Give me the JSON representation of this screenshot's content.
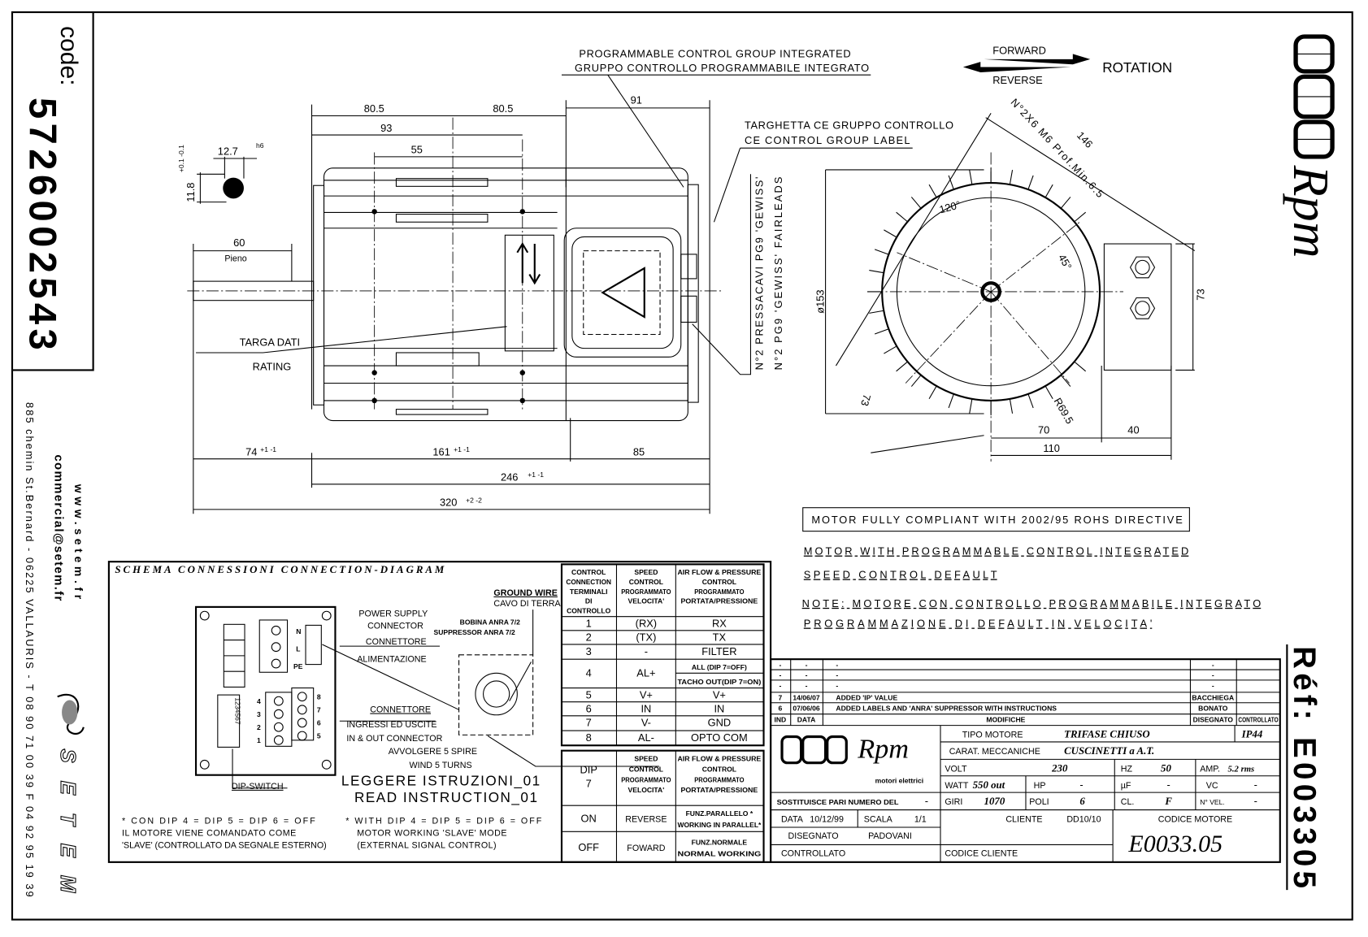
{
  "sidebar_left": {
    "code_label": "code:",
    "code_value": "5726002543",
    "website": "www.setem.fr",
    "email": "commercial@setem.fr",
    "address": "885 chemin St.Bernard - 06225 VALLAURIS - T 08 90 71 00 39  F 04 92 95 19 39",
    "brand": "SETEM"
  },
  "sidebar_right": {
    "brand": "Rpm",
    "ref": "Réf: E003305"
  },
  "side_view": {
    "callout_1_en": "PROGRAMMABLE CONTROL GROUP INTEGRATED",
    "callout_1_it": "GRUPPO CONTROLLO PROGRAMMABILE INTEGRATO",
    "callout_2_it": "TARGHETTA CE GRUPPO CONTROLLO",
    "callout_2_en": "CE CONTROL GROUP LABEL",
    "glands_it": "N°2 PRESSACAVI PG9 'GEWISS'",
    "glands_en": "N°2 PG9 'GEWISS' FAIRLEADS",
    "rating_it": "TARGA DATI",
    "rating_en": "RATING",
    "shaft_note": "Pieno",
    "dims": {
      "d80_5a": "80.5",
      "d80_5b": "80.5",
      "d91": "91",
      "d93": "93",
      "d55": "55",
      "key_w": "12.7",
      "key_w_tol": "h6",
      "key_h": "11.8",
      "key_h_tol": "+0.1 -0.1",
      "d60": "60",
      "d74": "74",
      "d161": "161",
      "d85": "85",
      "d246": "246",
      "d320": "320",
      "tol_1": "+1 -1",
      "tol_2": "+2 -2"
    }
  },
  "end_view": {
    "forward": "FORWARD",
    "reverse": "REVERSE",
    "rotation": "ROTATION",
    "holes": "N°2X6 M6 Prof.Min.6.5",
    "dims": {
      "dia": "ø153",
      "angle120": "120°",
      "angle45": "45°",
      "d146": "146",
      "d73a": "73",
      "d73b": "73",
      "r69": "R69.5",
      "d70": "70",
      "d40": "40",
      "d110": "110"
    }
  },
  "notes": {
    "rohs": "MOTOR FULLY COMPLIANT WITH 2002/95 ROHS DIRECTIVE",
    "line1": "MOTOR WITH PROGRAMMABLE CONTROL INTEGRATED",
    "line2": "SPEED CONTROL DEFAULT",
    "line3": "NOTE: MOTORE CON CONTROLLO PROGRAMMABILE INTEGRATO",
    "line4": "PROGRAMMAZIONE DI DEFAULT IN VELOCITA'"
  },
  "connection_diagram": {
    "title": "SCHEMA CONNESSIONI   CONNECTION-DIAGRAM",
    "ground_en": "GROUND WIRE",
    "ground_it": "CAVO DI TERRA",
    "power_1": "POWER SUPPLY",
    "power_2": "CONNECTOR",
    "power_3": "CONNETTORE",
    "power_4": "ALIMENTAZIONE",
    "bobina": "BOBINA ANRA 7/2",
    "suppressor": "SUPPRESSOR ANRA 7/2",
    "io_1": "CONNETTORE",
    "io_2": "INGRESSI ED USCITE",
    "io_3": "IN & OUT CONNECTOR",
    "wind_it": "AVVOLGERE 5 SPIRE",
    "wind_en": "WIND 5 TURNS",
    "read_it": "LEGGERE ISTRUZIONI_01",
    "read_en": "READ INSTRUCTION_01",
    "dip_switch": "DIP-SWITCH",
    "dip_numbers": "1234567",
    "pe": "PE",
    "l": "L",
    "n": "N",
    "term_left": [
      "4",
      "3",
      "2",
      "1"
    ],
    "term_right": [
      "8",
      "7",
      "6",
      "5"
    ],
    "note_it": [
      "* CON DIP 4 = DIP 5 = DIP 6 = OFF",
      "IL MOTORE VIENE COMANDATO COME",
      "'SLAVE' (CONTROLLATO DA SEGNALE ESTERNO)"
    ],
    "note_en": [
      "* WITH DIP 4 = DIP 5 = DIP 6 = OFF",
      "MOTOR WORKING 'SLAVE' MODE",
      "(EXTERNAL SIGNAL CONTROL)"
    ]
  },
  "terminal_table": {
    "headers": [
      [
        "CONTROL",
        "CONNECTION",
        "TERMINALI",
        "DI",
        "CONTROLLO"
      ],
      [
        "SPEED",
        "CONTROL",
        "PROGRAMMATO",
        "VELOCITA'"
      ],
      [
        "AIR FLOW & PRESSURE",
        "CONTROL",
        "PROGRAMMATO",
        "PORTATA/PRESSIONE"
      ]
    ],
    "rows": [
      [
        "1",
        "(RX)",
        "RX"
      ],
      [
        "2",
        "(TX)",
        "TX"
      ],
      [
        "3",
        "-",
        "FILTER"
      ],
      [
        "4",
        "AL+",
        "ALL (DIP 7=OFF)",
        "TACHO OUT(DIP 7=ON)"
      ],
      [
        "5",
        "V+",
        "V+"
      ],
      [
        "6",
        "IN",
        "IN"
      ],
      [
        "7",
        "V-",
        "GND"
      ],
      [
        "8",
        "AL-",
        "OPTO COM"
      ]
    ]
  },
  "dip_table": {
    "headers": [
      [
        "DIP",
        "7"
      ],
      [
        "SPEED",
        "CONTROL",
        "PROGRAMMATO",
        "VELOCITA'"
      ],
      [
        "AIR FLOW & PRESSURE",
        "CONTROL",
        "PROGRAMMATO",
        "PORTATA/PRESSIONE"
      ]
    ],
    "rows": [
      [
        "ON",
        "REVERSE",
        "FUNZ.PARALLELO *",
        "WORKING IN PARALLEL*"
      ],
      [
        "OFF",
        "FOWARD",
        "FUNZ.NORMALE",
        "NORMAL WORKING"
      ]
    ]
  },
  "title_block": {
    "revisions": [
      [
        "-",
        "-",
        "-",
        "-",
        ""
      ],
      [
        "-",
        "-",
        "-",
        "-",
        ""
      ],
      [
        "-",
        "-",
        "-",
        "-",
        ""
      ],
      [
        "7",
        "14/06/07",
        "ADDED 'IP' VALUE",
        "BACCHIEGA",
        ""
      ],
      [
        "6",
        "07/06/06",
        "ADDED LABELS AND 'ANRA' SUPPRESSOR WITH INSTRUCTIONS",
        "BONATO",
        ""
      ]
    ],
    "rev_headers": [
      "IND",
      "DATA",
      "MODIFICHE",
      "DISEGNATO",
      "CONTROLLATO"
    ],
    "logo_text": "Rpm",
    "logo_sub": "motori elettrici",
    "tipo_label": "TIPO MOTORE",
    "tipo_value": "TRIFASE CHIUSO",
    "ip": "IP44",
    "carat_label": "CARAT. MECCANICHE",
    "carat_value": "CUSCINETTI a A.T.",
    "volt_label": "VOLT",
    "volt_value": "230",
    "hz_label": "HZ",
    "hz_value": "50",
    "amp_label": "AMP.",
    "amp_value": "5.2 rms",
    "watt_label": "WATT",
    "watt_value": "550 out",
    "hp_label": "HP",
    "hp_value": "-",
    "uf_label": "µF",
    "uf_value": "-",
    "vc_label": "VC",
    "vc_value": "-",
    "sost_label": "SOSTITUISCE PARI NUMERO DEL",
    "sost_value": "-",
    "giri_label": "GIRI",
    "giri_value": "1070",
    "poli_label": "POLI",
    "poli_value": "6",
    "cl_label": "CL.",
    "cl_value": "F",
    "nvel_label": "N° VEL.",
    "nvel_value": "-",
    "data_label": "DATA",
    "data_value": "10/12/99",
    "scala_label": "SCALA",
    "scala_value": "1/1",
    "cliente_label": "CLIENTE",
    "cliente_value": "DD10/10",
    "codice_motore_label": "CODICE MOTORE",
    "codice_motore_value": "E0033.05",
    "disegnato_label": "DISEGNATO",
    "disegnato_value": "PADOVANI",
    "controllato_label": "CONTROLLATO",
    "codice_cliente_label": "CODICE CLIENTE"
  }
}
